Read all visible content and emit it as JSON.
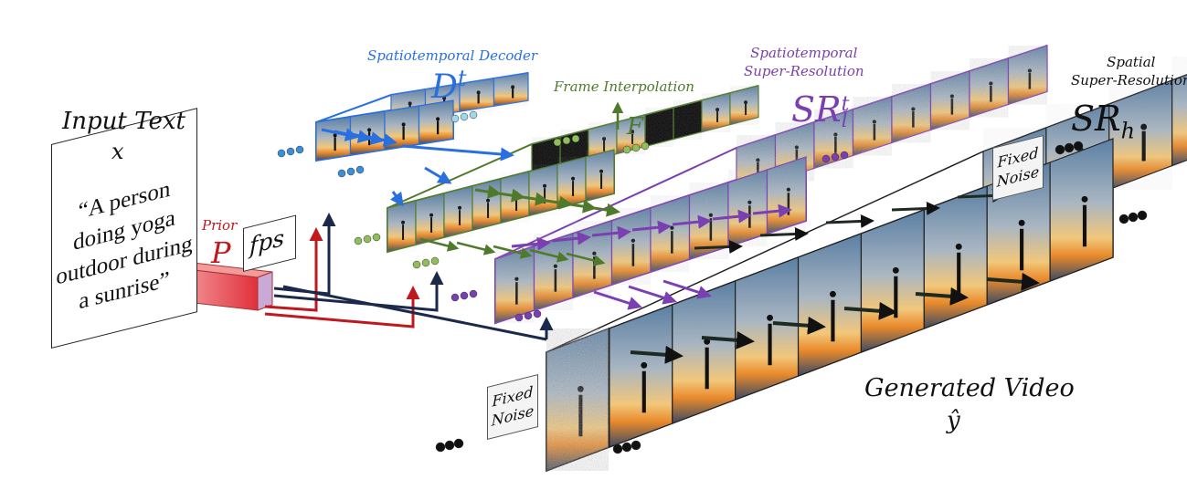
{
  "input": {
    "heading": "Input Text",
    "var": "x",
    "quote_lines": [
      "“A person",
      "doing yoga",
      "outdoor during",
      "a sunrise”"
    ]
  },
  "prior": {
    "label": "Prior",
    "symbol": "P"
  },
  "fps": {
    "label": "fps"
  },
  "decoder": {
    "label": "Spatiotemporal Decoder",
    "symbol": "D",
    "sup": "t"
  },
  "interp": {
    "label": "Frame Interpolation",
    "symbol": "F"
  },
  "srl": {
    "label_lines": [
      "Spatiotemporal",
      "Super-Resolution"
    ],
    "symbol": "SR",
    "sup": "t",
    "sub": "l"
  },
  "srh": {
    "label_lines": [
      "Spatial",
      "Super-Resolution"
    ],
    "symbol": "SR",
    "sub": "h"
  },
  "noise_top": [
    "Fixed",
    "Noise"
  ],
  "noise_bottom": [
    "Fixed",
    "Noise"
  ],
  "output": {
    "label": "Generated Video",
    "var": "ŷ"
  },
  "colors": {
    "decoder": "#2a6fe0",
    "interp": "#4f7a2c",
    "srl": "#7a3fb0",
    "prior": "#c0181f",
    "dark": "#111111",
    "navy": "#1b2a4a"
  }
}
